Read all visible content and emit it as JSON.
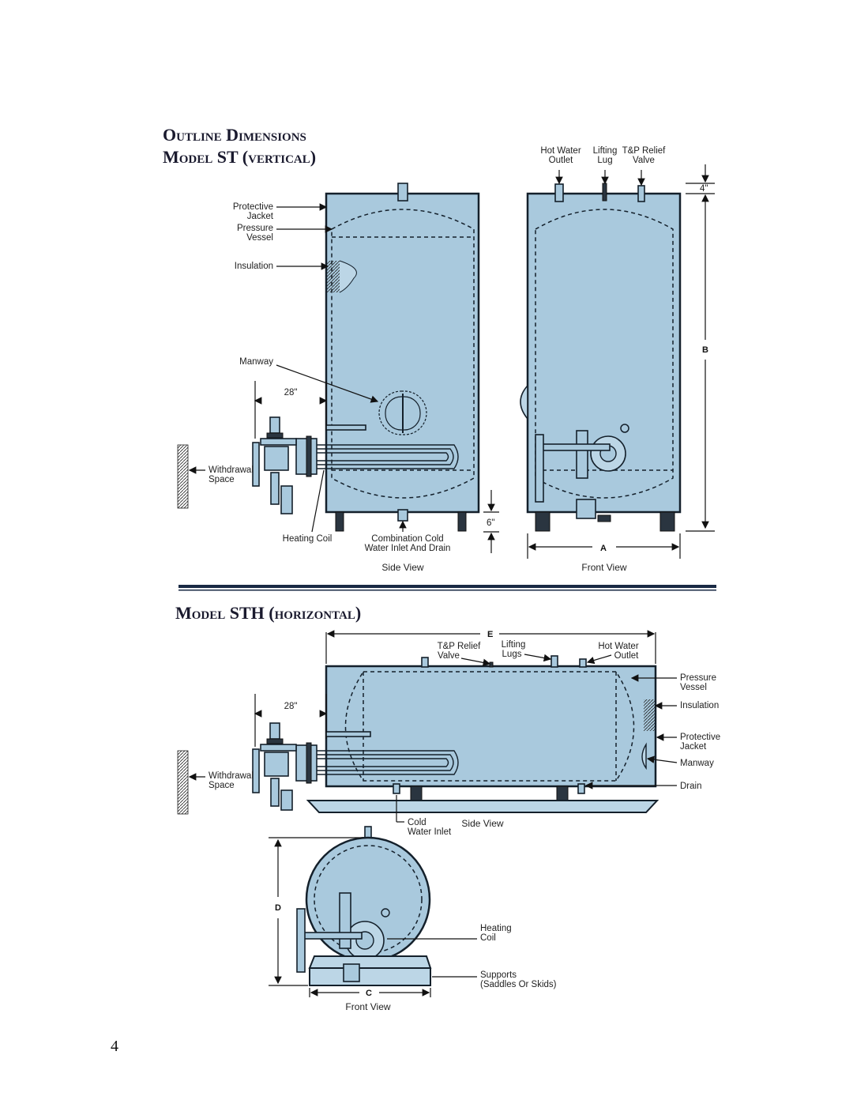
{
  "headings": {
    "outline": "Outline Dimensions",
    "st": "Model ST (vertical)",
    "sth": "Model STH (horizontal)"
  },
  "st_side": {
    "protective_jacket": [
      "Protective",
      "Jacket"
    ],
    "pressure_vessel": [
      "Pressure",
      "Vessel"
    ],
    "insulation": "Insulation",
    "manway": "Manway",
    "dim_28": "28\"",
    "withdrawal": [
      "Withdrawal",
      "Space"
    ],
    "heating_coil": "Heating Coil",
    "combination": [
      "Combination Cold",
      "Water Inlet And Drain"
    ],
    "dim_6": "6\"",
    "view": "Side View"
  },
  "st_front": {
    "hot_water_outlet": [
      "Hot Water",
      "Outlet"
    ],
    "lifting_lug": [
      "Lifting",
      "Lug"
    ],
    "tp_relief_valve": [
      "T&P Relief",
      "Valve"
    ],
    "dim_4": "4\"",
    "dim_b": "B",
    "dim_a": "A",
    "view": "Front View"
  },
  "sth_side": {
    "dim_e": "E",
    "tp_relief_valve": [
      "T&P Relief",
      "Valve"
    ],
    "lifting_lugs": [
      "Lifting",
      "Lugs"
    ],
    "hot_water_outlet": [
      "Hot Water",
      "Outlet"
    ],
    "pressure_vessel": [
      "Pressure",
      "Vessel"
    ],
    "insulation": "Insulation",
    "protective_jacket": [
      "Protective",
      "Jacket"
    ],
    "manway": "Manway",
    "drain": "Drain",
    "dim_28": "28\"",
    "withdrawal": [
      "Withdrawal",
      "Space"
    ],
    "cold_water_inlet": [
      "Cold",
      "Water Inlet"
    ],
    "view": "Side View"
  },
  "sth_front": {
    "dim_d": "D",
    "heating_coil": [
      "Heating",
      "Coil"
    ],
    "supports": [
      "Supports",
      "(Saddles Or Skids)"
    ],
    "dim_c": "C",
    "view": "Front View"
  },
  "page_number": "4",
  "colors": {
    "tank": "#a9c9dd",
    "outline": "#14202b",
    "rule": "#1a2a44"
  }
}
